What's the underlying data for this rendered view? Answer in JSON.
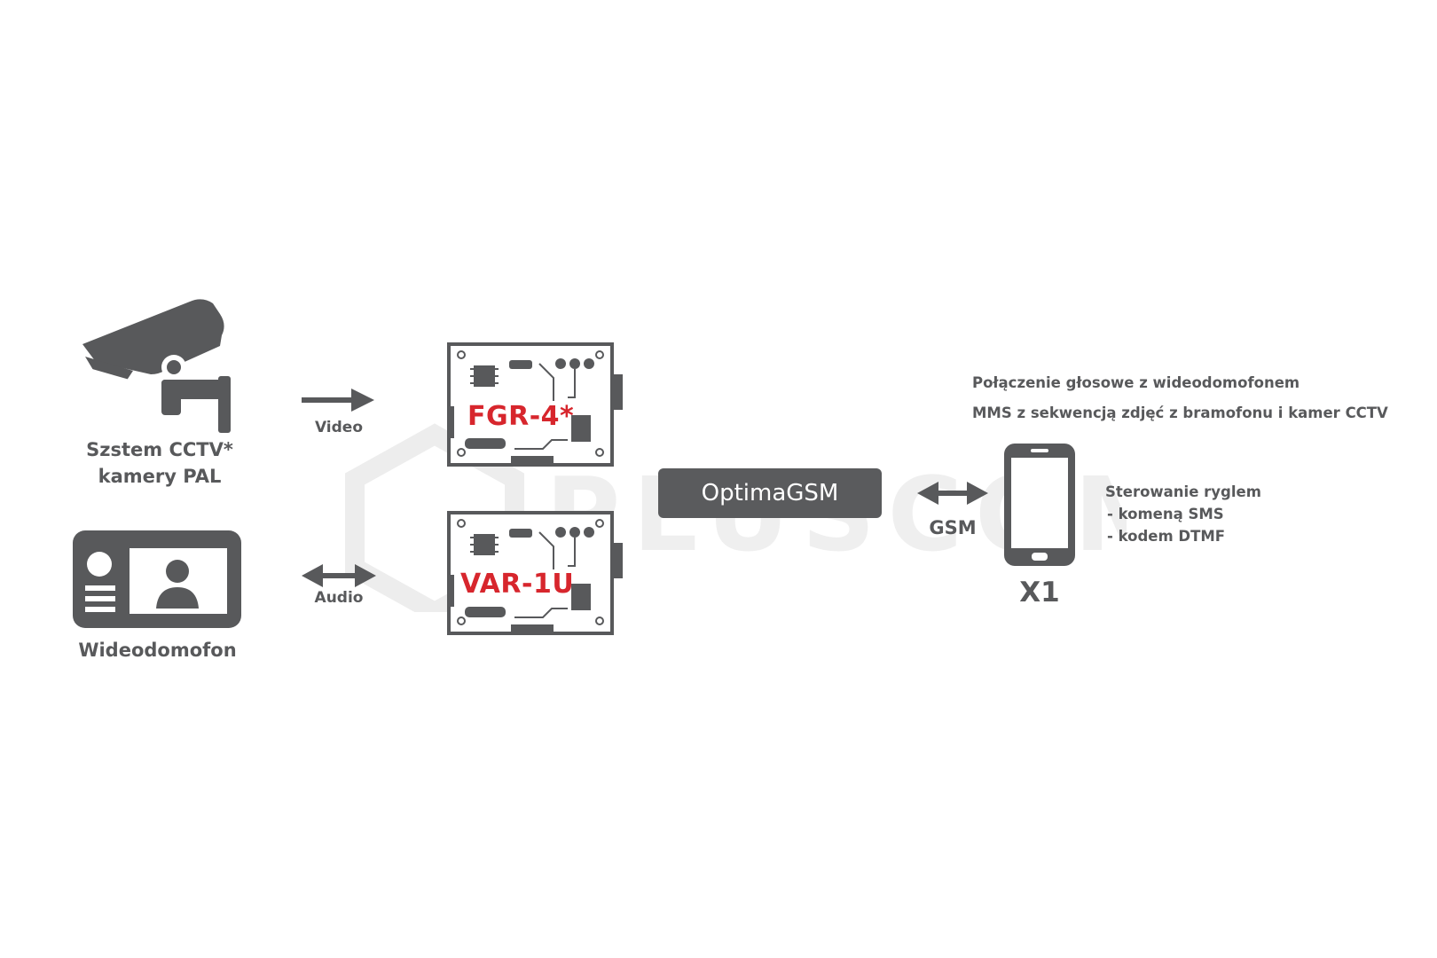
{
  "cctv": {
    "label_line1": "Szstem CCTV*",
    "label_line2": "kamery PAL"
  },
  "intercom": {
    "label": "Wideodomofon"
  },
  "connections": {
    "video_label": "Video",
    "audio_label": "Audio",
    "gsm_label": "GSM"
  },
  "boards": {
    "top": "FGR-4*",
    "bottom": "VAR-1U"
  },
  "gateway": {
    "label": "OptimaGSM"
  },
  "phone": {
    "label": "X1"
  },
  "features": {
    "voice_call": "Połączenie głosowe z wideodomofonem",
    "mms": "MMS z sekwencją zdjęć z bramofonu i kamer CCTV",
    "lock_title": "Sterowanie ryglem",
    "lock_item1": "-  komeną SMS",
    "lock_item2": "-  kodem DTMF"
  },
  "watermark": {
    "text": "PLUSCOM"
  },
  "colors": {
    "icon_gray": "#58595b",
    "board_text_red": "#d7262d",
    "gateway_bg": "#5a5b5d"
  }
}
